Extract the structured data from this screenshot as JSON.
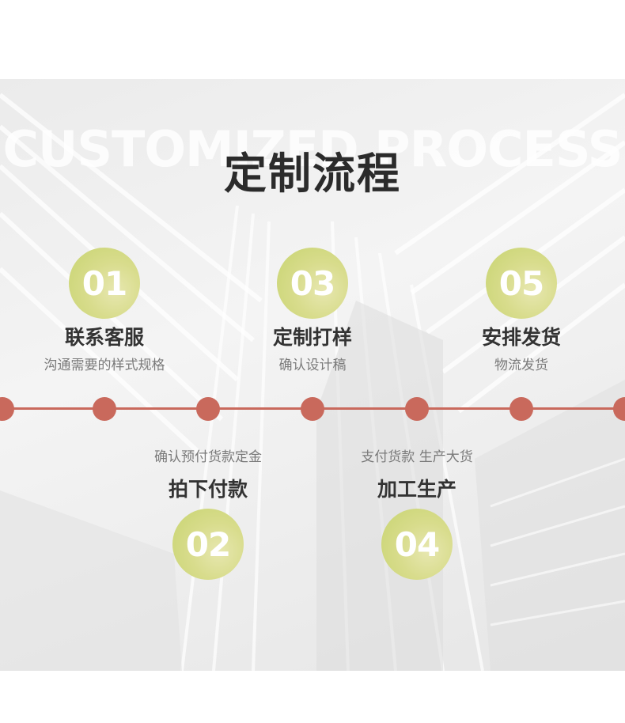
{
  "header": {
    "watermark": "CUSTOMIZED PROCESS",
    "title": "定制流程"
  },
  "colors": {
    "timeline": "#c9695c",
    "badge": "#d8dc8c",
    "title": "#2b2b2b",
    "desc": "#7a7a7a"
  },
  "steps": [
    {
      "number": "01",
      "title": "联系客服",
      "desc": "沟通需要的样式规格"
    },
    {
      "number": "02",
      "title": "拍下付款",
      "desc": "确认预付货款定金"
    },
    {
      "number": "03",
      "title": "定制打样",
      "desc": "确认设计稿"
    },
    {
      "number": "04",
      "title": "加工生产",
      "desc": "支付货款 生产大货"
    },
    {
      "number": "05",
      "title": "安排发货",
      "desc": "物流发货"
    }
  ]
}
